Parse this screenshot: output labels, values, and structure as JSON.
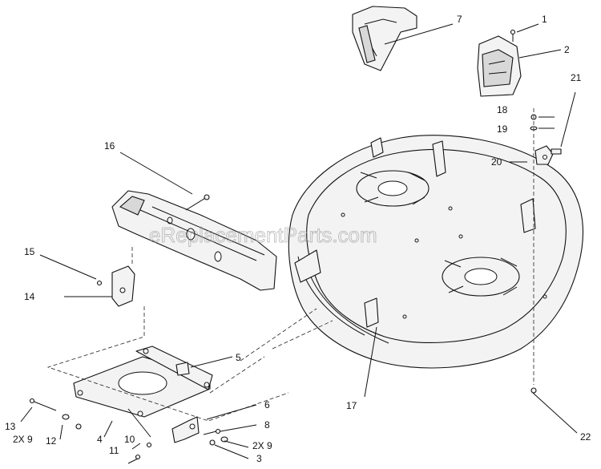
{
  "watermark": "eReplacementParts.com",
  "callouts": {
    "c1": "1",
    "c2": "2",
    "c3": "3",
    "c4": "4",
    "c5": "5",
    "c6": "6",
    "c7": "7",
    "c8": "8",
    "c9a": "2X 9",
    "c9b": "2X 9",
    "c10": "10",
    "c11": "11",
    "c12": "12",
    "c13": "13",
    "c14": "14",
    "c15": "15",
    "c16": "16",
    "c17": "17",
    "c18": "18",
    "c19": "19",
    "c20": "20",
    "c21": "21",
    "c22": "22"
  }
}
